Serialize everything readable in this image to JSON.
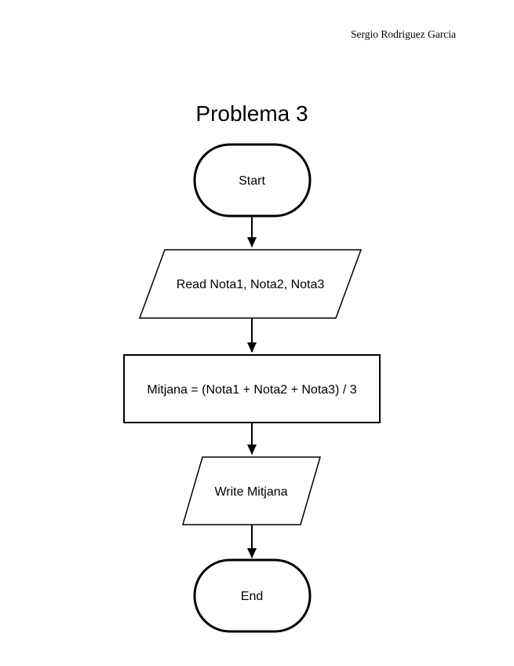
{
  "page": {
    "author": "Sergio Rodriguez Garcia",
    "title": "Problema 3",
    "background_color": "#ffffff",
    "line_color": "#000000",
    "text_color": "#000000"
  },
  "flowchart": {
    "nodes": [
      {
        "id": "start",
        "type": "terminator",
        "label": "Start"
      },
      {
        "id": "read",
        "type": "io",
        "label": "Read Nota1, Nota2, Nota3"
      },
      {
        "id": "process",
        "type": "process",
        "label": "Mitjana = (Nota1 + Nota2 + Nota3) / 3"
      },
      {
        "id": "write",
        "type": "io",
        "label": "Write Mitjana"
      },
      {
        "id": "end",
        "type": "terminator",
        "label": "End"
      }
    ],
    "edges": [
      {
        "from": "start",
        "to": "read"
      },
      {
        "from": "read",
        "to": "process"
      },
      {
        "from": "process",
        "to": "write"
      },
      {
        "from": "write",
        "to": "end"
      }
    ]
  }
}
